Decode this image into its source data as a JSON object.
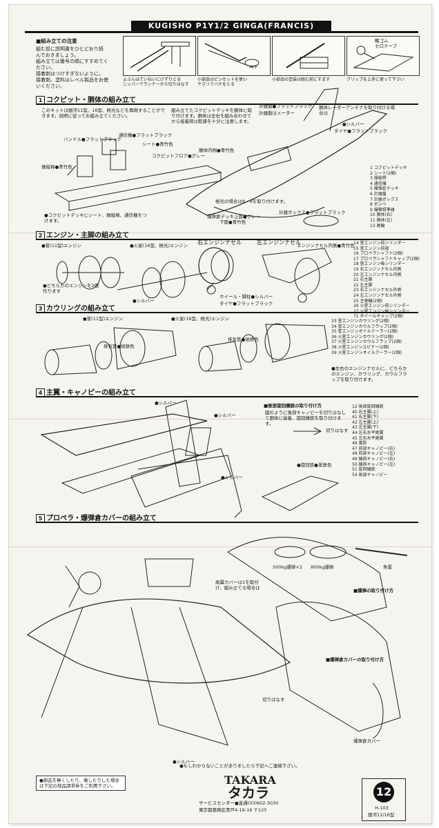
{
  "title": "KUGISHO P1Y1/2 GINGA(FRANCIS)",
  "notes": {
    "heading": "■組み立ての注意",
    "lines": [
      "組む前に説明書をひとどおり読",
      "んでおきましょう。",
      "組み立ては番号の順にすすめてく",
      "ださい。",
      "接着剤はつけすぎないように。",
      "接着剤、塗料はレベル製品をお使",
      "いください。"
    ]
  },
  "panels": [
    {
      "caption": "よぶんはていねいにけずりとる\nニッパーでランナーから切りはなす",
      "label": ""
    },
    {
      "caption": "小部品はピンセットを使い\nヤスリでバチをとる",
      "label": "バチ"
    },
    {
      "caption": "小部品の塗装は組む前にすます",
      "label": ""
    },
    {
      "caption": "クリップを上手に使って下さい",
      "label": "輪ゴム\nセロテープ"
    }
  ],
  "sections": {
    "s1": {
      "num": "1",
      "title": "コクピット・胴体の組み立て",
      "intro1": "このキットは銀河11型、16型、極光などを再現することができます。説明に従ってお組み立てください。",
      "intro2": "組み立てたコクピットデッキを胴体に取り付けます。胴体は左右を組み合わせてから接着剤は乾燥を十分に注意します。",
      "labels": [
        "ハンドル●フラットブラック",
        "通信機●フラットブラック",
        "シート●青竹色",
        "コクピットフロア●グレー",
        "操縦桿●青竹色",
        "計器盤●フラットブラック",
        "計器盤はメーター",
        "胴体内側●青竹色",
        "胴体レーダーアンテナを取り付ける場合は",
        "●シルバー",
        "タイヤ●フラットブラック",
        "極光の場合は8・9を取り付けます。",
        "爆弾倉デッキ上面●グレー",
        "下面●青竹色",
        "計器ボックス●フラットブラック",
        "●コクピットデッキにシート、操縦桿、通信機をつけます。"
      ],
      "legend": [
        "1 コクピットデッキ",
        "2 シート(2個)",
        "3 操縦桿",
        "4 通信機",
        "5 爆弾倉デッキ",
        "6 計器盤",
        "7 計器ボックス",
        "8 ボンベ",
        "9 爆撃照準器",
        "10 胴体(右)",
        "11 胴体(左)",
        "13 尾輪"
      ]
    },
    "s2": {
      "num": "2",
      "title": "エンジン・主脚の組み立て",
      "labels": [
        "●誉(11型)エンジン",
        "●火星(16型、極光)エンジン",
        "右エンジンナセル",
        "左エンジンナセル",
        "●どちらかのエンジンを2個作ります",
        "●シルバー",
        "タイヤ●フラットブラック",
        "ホイール・脚柱●シルバー",
        "エンジンナセル内側●青竹色"
      ],
      "legend": [
        "14 誉エンジン前シリンダー",
        "15 誉エンジン前部",
        "16 プロペラシャフト(2個)",
        "17 プロペラシャフトキャップ(2個)",
        "18 誉エンジン後シリンダー",
        "19 右エンジンナセル内側",
        "20 左エンジンナセル内側",
        "21 右主脚",
        "22 左主脚",
        "23 右エンジンナセル外側",
        "24 左エンジンナセル外側",
        "25 主車輪(2個)",
        "26 火星エンジン前シリンダー",
        "27 火星エンジン後シリンダー",
        "71 ホイールキャップ(2個)"
      ]
    },
    "s3": {
      "num": "3",
      "title": "カウリングの組み立て",
      "labels": [
        "●誉(11型)エンジン",
        "●火星(16型、極光)エンジン",
        "排気管●焼鉄色",
        "排気管●焼鉄色",
        "●左右のエンジンナセルに、どちらかのエンジン、カウリング、カウルフラップを取り付けます。"
      ],
      "legend": [
        "33 誉エンジンカウリング(2個)",
        "34 誉エンジンカウルフラップ(2個)",
        "35 誉エンジンオイルクーラー(2個)",
        "36 火星エンジンカウリング(2個)",
        "37 火星エンジンカウルフラップ(2個)",
        "38 火星エンジンスピナー(2個)",
        "39 火星エンジンオイルクーラー(2個)"
      ]
    },
    "s4": {
      "num": "4",
      "title": "主翼・キャノピーの組み立て",
      "labels": [
        "●シルバー",
        "●シルバー",
        "●シルバー",
        "■後部旋回機銃の取り付け方",
        "図のように後部キャノピーを切りはなして胴体に接着、旋回機銃を取り付けます。",
        "切りはなす",
        "●旋回銃●黒鉄色"
      ],
      "legend": [
        "12 後部旋回機銃",
        "40 右主翼(上)",
        "41 右主翼(下)",
        "42 左主翼(上)",
        "43 左主翼(下)",
        "44 左右水平尾翼",
        "45 左右水平尾翼",
        "46 風防",
        "47 前部キャノピー(右)",
        "48 前部キャノピー(左)",
        "49 機首キャノピー(右)",
        "50 機首キャノピー(左)",
        "51 旋回機銃",
        "54 後部キャノピー"
      ]
    },
    "s5": {
      "num": "5",
      "title": "プロペラ・爆弾倉カバーの組み立て",
      "labels": [
        "500kg爆弾×2",
        "800kg爆弾",
        "魚雷",
        "尾翼カバーは1を取付け、組み立てる場合は",
        "●シルバー",
        "■爆弾倉カバーの取り付け方",
        "■爆弾の取り付け方",
        "切りはなす",
        "爆弾倉カバー"
      ],
      "legend": []
    }
  },
  "footer": {
    "contact": "●もしわからないことがありましたら下記へご連絡下さい。",
    "parts_note": "●部品を無くしたり、壊したりした場合は下記の部品請求券をご利用下さい。",
    "brand_en": "TAKARA",
    "brand_jp": "タカラ",
    "service": "サービスセンター●直通(03)602-3030",
    "address": "東京都葛飾区青戸4-19-16 〒125",
    "badge_num": "12",
    "code": "H-103",
    "model": "銀河11/16型"
  }
}
